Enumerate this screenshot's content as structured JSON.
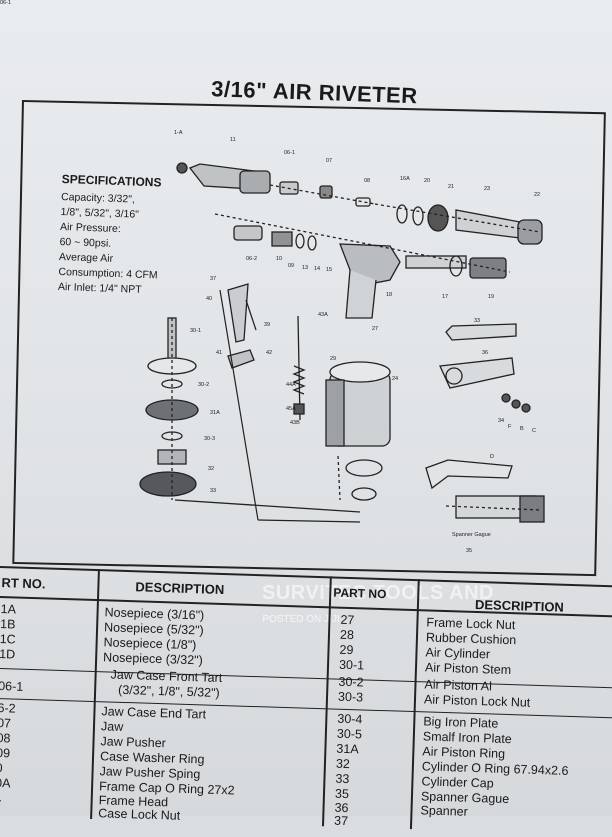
{
  "document": {
    "title": "3/16\" AIR RIVETER"
  },
  "specifications": {
    "heading": "SPECIFICATIONS",
    "lines": [
      "Capacity: 3/32\",",
      "1/8\", 5/32\", 3/16\"",
      "Air Pressure:",
      "60 ~ 90psi.",
      "Average Air",
      "Consumption: 4 CFM",
      "Air Inlet: 1/4\" NPT"
    ]
  },
  "diagram_labels": [
    "1-A",
    "11",
    "06-1",
    "07",
    "08",
    "16A",
    "20",
    "21",
    "23",
    "22",
    "06-2",
    "10",
    "09",
    "13",
    "14",
    "15",
    "18",
    "17",
    "19",
    "37",
    "40",
    "39",
    "42",
    "41",
    "30-1",
    "30-2",
    "31A",
    "30-3",
    "32",
    "33",
    "43A",
    "44A",
    "45A",
    "43B",
    "27",
    "29",
    "24",
    "36",
    "33",
    "35",
    "34",
    "F",
    "B",
    "C",
    "D",
    "Spanner Gague",
    "06-1"
  ],
  "watermark": {
    "brand": "SURVITEC TOOLS AND",
    "posted": "POSTED ON JIJI"
  },
  "parts_table": {
    "headers": {
      "part_no_left": "RT NO.",
      "description_left": "DESCRIPTION",
      "part_no_right": "PART NO",
      "description_right": "DESCRIPTION"
    },
    "rows": [
      {
        "left_no": "1A",
        "left_desc": "Nosepiece (3/16\")",
        "right_no": "27",
        "right_desc": "Frame Lock Nut"
      },
      {
        "left_no": "1B",
        "left_desc": "Nosepiece (5/32\")",
        "right_no": "28",
        "right_desc": "Rubber Cushion"
      },
      {
        "left_no": "1C",
        "left_desc": "Nosepiece (1/8\")",
        "right_no": "29",
        "right_desc": "Air Cylinder"
      },
      {
        "left_no": "1D",
        "left_desc": "Nosepiece (3/32\")",
        "right_no": "30-1",
        "right_desc": "Air Piston Stem"
      },
      {
        "left_no": "",
        "left_desc": "Jaw Case Front Tart",
        "right_no": "30-2",
        "right_desc": "Air Piston Al"
      },
      {
        "left_no": "06-1",
        "left_desc": "(3/32\", 1/8\", 5/32\")",
        "right_no": "30-3",
        "right_desc": "Air Piston Lock Nut"
      },
      {
        "left_no": "6-2",
        "left_desc": "Jaw Case End Tart",
        "right_no": "30-4",
        "right_desc": "Big Iron Plate"
      },
      {
        "left_no": "07",
        "left_desc": "Jaw",
        "right_no": "30-5",
        "right_desc": "Smalf Iron Plate"
      },
      {
        "left_no": "08",
        "left_desc": "Jaw Pusher",
        "right_no": "31A",
        "right_desc": "Air Piston Ring"
      },
      {
        "left_no": "09",
        "left_desc": "Case Washer Ring",
        "right_no": "32",
        "right_desc": "Cylinder O Ring 67.94x2.6"
      },
      {
        "left_no": "0",
        "left_desc": "Jaw Pusher Sping",
        "right_no": "33",
        "right_desc": "Cylinder Cap"
      },
      {
        "left_no": "0A",
        "left_desc": "Frame Cap O Ring 27x2",
        "right_no": "35",
        "right_desc": "Spanner Gague"
      },
      {
        "left_no": "1",
        "left_desc": "Frame Head",
        "right_no": "36",
        "right_desc": "Spanner"
      },
      {
        "left_no": "",
        "left_desc": "Case Lock Nut",
        "right_no": "37",
        "right_desc": ""
      }
    ]
  }
}
